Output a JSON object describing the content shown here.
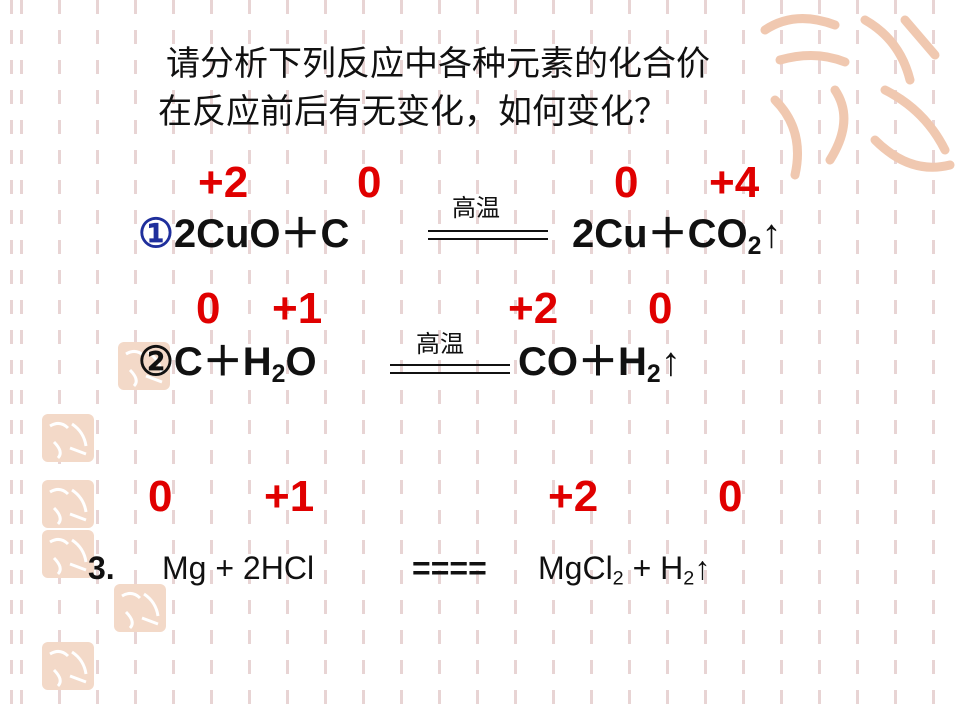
{
  "question": {
    "line1": "请分析下列反应中各种元素的化合价",
    "line2": "在反应前后有无变化，如何变化？"
  },
  "reaction1": {
    "marker": "①",
    "reactant_a": "2CuO",
    "plus_a": "＋",
    "reactant_b": "C",
    "condition": "高温",
    "product_a": "2Cu",
    "plus_b": "＋",
    "product_b": "CO",
    "product_b_sub": "2",
    "gas_arrow": "↑",
    "valences": [
      "+2",
      "0",
      "0",
      "+4"
    ]
  },
  "reaction2": {
    "marker": "②",
    "reactant_a": "C",
    "plus_a": "＋",
    "reactant_b_pre": "H",
    "reactant_b_sub": "2",
    "reactant_b_post": "O",
    "condition": "高温",
    "product_a": "CO",
    "plus_b": "＋",
    "product_b": "H",
    "product_b_sub": "2",
    "gas_arrow": "↑",
    "valences": [
      "0",
      "+1",
      "+2",
      "0"
    ]
  },
  "reaction3": {
    "number": "3.",
    "reactants": "Mg + 2HCl",
    "equals": "====",
    "product_a": "MgCl",
    "product_a_sub": "2",
    "plus": "+",
    "product_b": "H",
    "product_b_sub": "2",
    "gas_arrow": "↑",
    "valences": [
      "0",
      "+1",
      "+2",
      "0"
    ]
  },
  "colors": {
    "valence": "#e00000",
    "marker": "#1f2f9c",
    "text": "#111111",
    "background_pattern": "#d6b0b0"
  }
}
